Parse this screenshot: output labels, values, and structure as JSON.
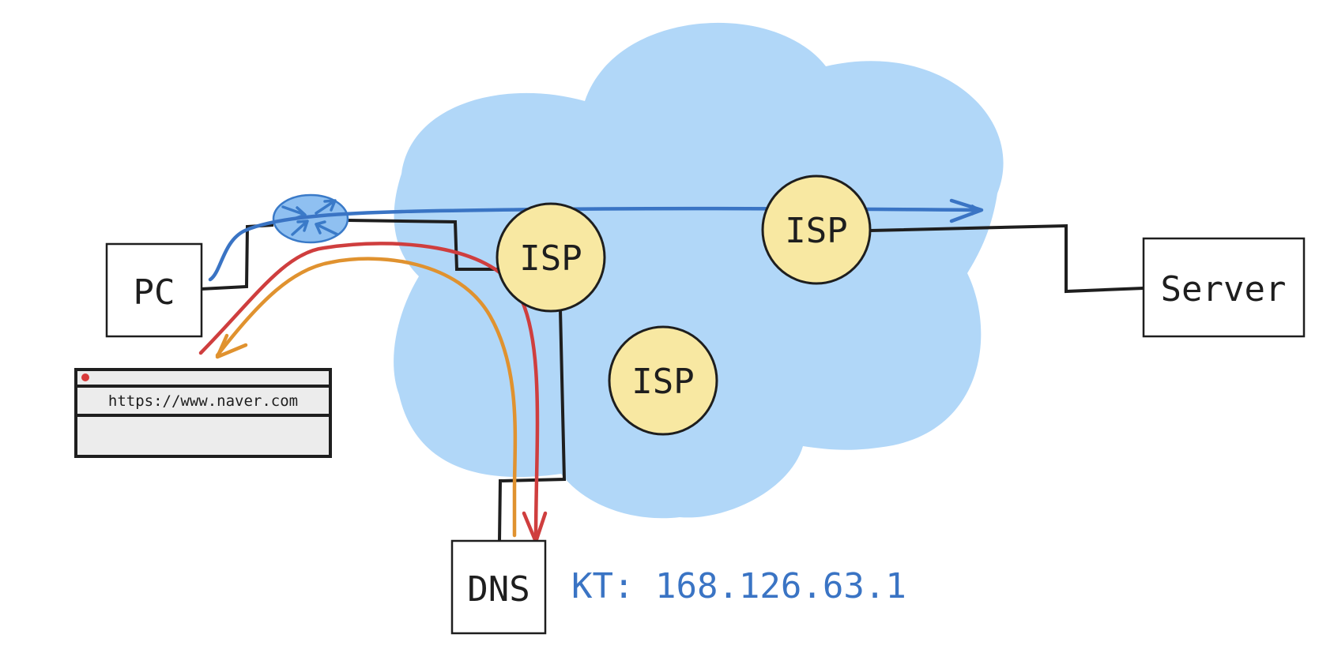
{
  "nodes": {
    "pc": {
      "label": "PC"
    },
    "server": {
      "label": "Server"
    },
    "dns": {
      "label": "DNS"
    },
    "isp_nodes": [
      {
        "id": "isp-left",
        "label": "ISP"
      },
      {
        "id": "isp-right",
        "label": "ISP"
      },
      {
        "id": "isp-bottom",
        "label": "ISP"
      }
    ]
  },
  "browser": {
    "url": "https://www.naver.com"
  },
  "annotation": {
    "text": "KT: 168.126.63.1"
  },
  "colors": {
    "cloud": "#b1d7f8",
    "isp_fill": "#f8e8a2",
    "router_fill": "#8fc0f1",
    "router_stroke": "#3a7ac8",
    "blue_arrow": "#3a74c4",
    "red_arrow": "#cf3e3e",
    "orange_arrow": "#e0922f",
    "cable": "#1e1e1e",
    "annotation": "#3a74c4",
    "browser_dot": "#d83a3a",
    "browser_fill": "#ececec"
  }
}
